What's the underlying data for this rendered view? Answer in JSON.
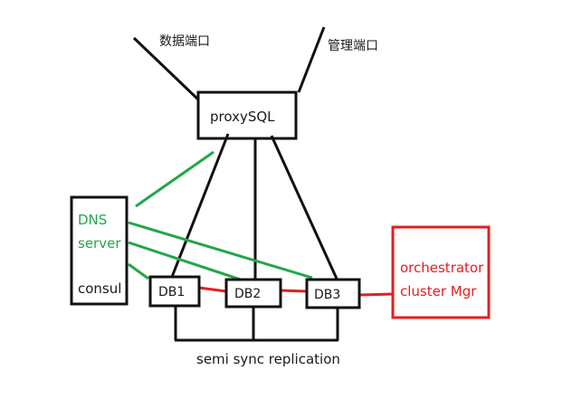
{
  "labels": {
    "data_port": "数据端口",
    "admin_port": "管理端口",
    "proxysql": "proxySQL",
    "dns": "DNS",
    "server": "server",
    "consul": "consul",
    "db1": "DB1",
    "db2": "DB2",
    "db3": "DB3",
    "orchestrator": "orchestrator",
    "cluster_mgr": "cluster Mgr",
    "replication": "semi sync replication"
  },
  "colors": {
    "line": "#111111",
    "green": "#22a64a",
    "red": "#e02020"
  }
}
